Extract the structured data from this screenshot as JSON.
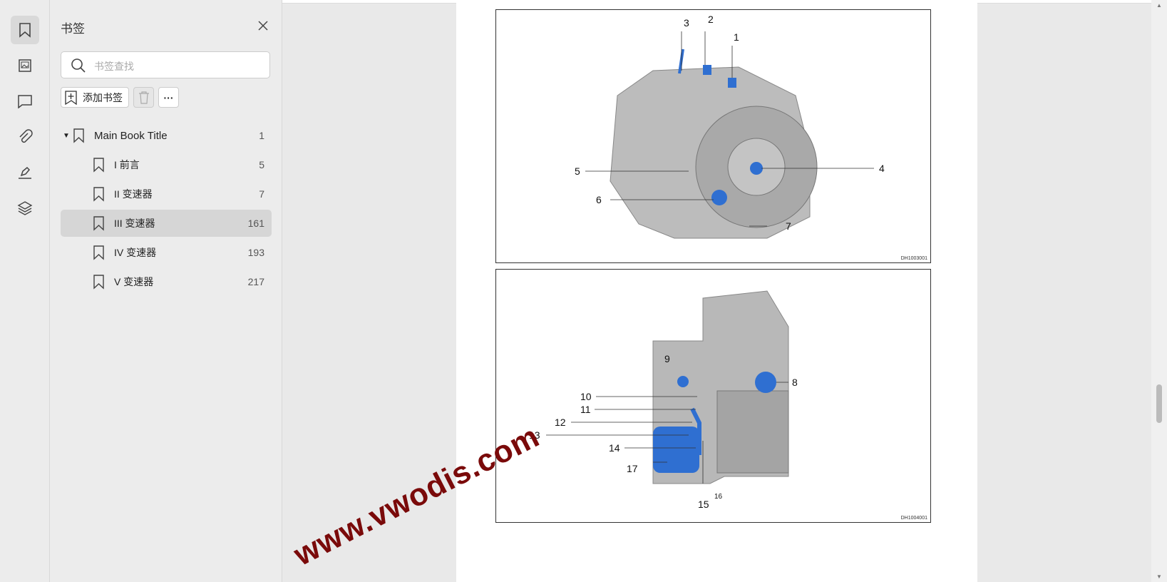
{
  "sidebar_icons": [
    {
      "name": "bookmark-icon",
      "active": true
    },
    {
      "name": "thumbnail-icon",
      "active": false
    },
    {
      "name": "comment-icon",
      "active": false
    },
    {
      "name": "attachment-icon",
      "active": false
    },
    {
      "name": "signature-icon",
      "active": false
    },
    {
      "name": "layers-icon",
      "active": false
    }
  ],
  "panel": {
    "title": "书签",
    "search_placeholder": "书签查找",
    "add_bookmark_label": "添加书签",
    "more_label": "···",
    "bookmarks": [
      {
        "label": "Main Book Title",
        "page": "1",
        "level": 0,
        "expanded": true
      },
      {
        "label": "I 前言",
        "page": "5",
        "level": 1
      },
      {
        "label": "II 变速器",
        "page": "7",
        "level": 1
      },
      {
        "label": "III 变速器",
        "page": "161",
        "level": 1,
        "selected": true
      },
      {
        "label": "IV 变速器",
        "page": "193",
        "level": 1
      },
      {
        "label": "V 变速器",
        "page": "217",
        "level": 1
      }
    ]
  },
  "document": {
    "figures": [
      {
        "code": "DH1003001",
        "callouts": [
          "1",
          "2",
          "3",
          "4",
          "5",
          "6",
          "7"
        ]
      },
      {
        "code": "DH1004001",
        "callouts": [
          "8",
          "9",
          "10",
          "11",
          "12",
          "13",
          "14",
          "15",
          "16",
          "17"
        ]
      }
    ],
    "watermark": "www.vwodis.com"
  },
  "colors": {
    "accent_blue": "#2f6fd1",
    "watermark": "#7a0a0a"
  }
}
